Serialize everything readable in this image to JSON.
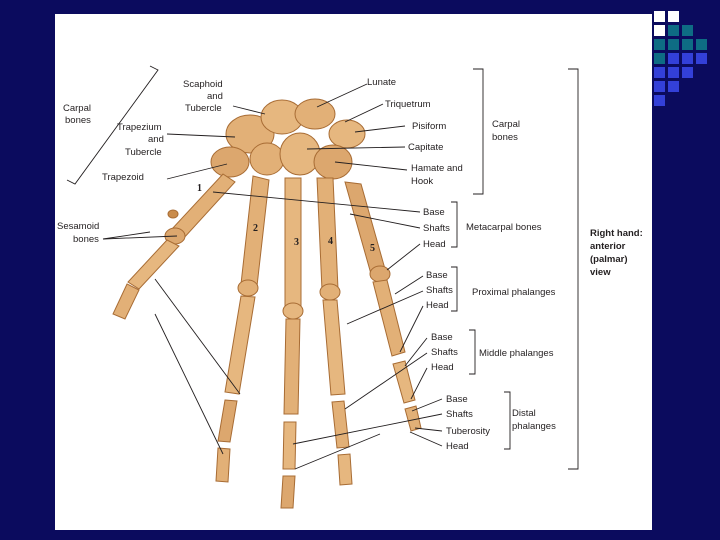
{
  "slide": {
    "title": "Wrist and Hand: Bones",
    "colors": {
      "background": "#0b0b5e",
      "panel": "#ffffff",
      "bone": "#e2b077",
      "bone_shade": "#b97a3c",
      "leader": "#231f20"
    },
    "corner_dots": [
      "#ffffff",
      "#0e6c84",
      "#3340d8"
    ]
  },
  "diagram": {
    "left_labels": {
      "carpal_bones": [
        "Carpal",
        "bones"
      ],
      "sesamoid_bones": [
        "Sesamoid",
        "bones"
      ]
    },
    "carpal_labels": {
      "scaphoid": [
        "Scaphoid",
        "and",
        "Tubercle"
      ],
      "trapezium": [
        "Trapezium",
        "and",
        "Tubercle"
      ],
      "trapezoid": "Trapezoid",
      "lunate": "Lunate",
      "triquetrum": "Triquetrum",
      "pisiform": "Pisiform",
      "capitate": "Capitate",
      "hamate": [
        "Hamate and",
        "Hook"
      ]
    },
    "digit_numbers": [
      "1",
      "2",
      "3",
      "4",
      "5"
    ],
    "groups": {
      "carpal": {
        "title": [
          "Carpal",
          "bones"
        ]
      },
      "metacarpal": {
        "title": "Metacarpal bones",
        "parts": [
          "Base",
          "Shafts",
          "Head"
        ]
      },
      "proximal": {
        "title": "Proximal phalanges",
        "parts": [
          "Base",
          "Shafts",
          "Head"
        ]
      },
      "middle": {
        "title": "Middle phalanges",
        "parts": [
          "Base",
          "Shafts",
          "Head"
        ]
      },
      "distal": {
        "title": [
          "Distal",
          "phalanges"
        ],
        "parts": [
          "Base",
          "Shafts",
          "Tuberosity",
          "Head"
        ]
      }
    },
    "view_label": [
      "Right hand:",
      "anterior",
      "(palmar)",
      "view"
    ]
  }
}
